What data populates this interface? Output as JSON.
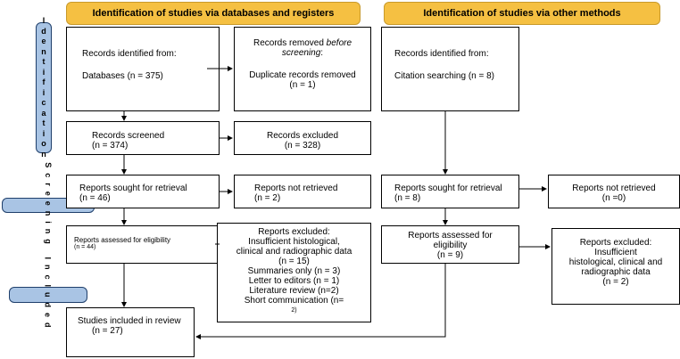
{
  "headers": {
    "databases": "Identification of studies via databases and registers",
    "other": "Identification of studies via other methods"
  },
  "stages": {
    "identification": "Identification",
    "screening": "Screening",
    "included": "Included"
  },
  "boxes": {
    "records_identified_db": {
      "line1": "Records identified from:",
      "line2": "Databases (n = 375)"
    },
    "records_removed": {
      "line1a": "Records removed ",
      "line1b": "before",
      "line1c": "screening",
      "line1d": ":",
      "line2": "Duplicate records removed",
      "line3": "(n = 1)"
    },
    "records_identified_other": {
      "line1": "Records identified from:",
      "line2": "Citation searching (n = 8)"
    },
    "records_screened": {
      "line1": "Records screened",
      "line2": "(n = 374)"
    },
    "records_excluded": {
      "line1": "Records excluded",
      "line2": "(n = 328)"
    },
    "reports_sought_db": {
      "line1": "Reports sought for retrieval",
      "line2": "(n = 46)"
    },
    "reports_not_retrieved_db": {
      "line1": "Reports not retrieved",
      "line2": "(n = 2)"
    },
    "reports_sought_other": {
      "line1": "Reports sought for retrieval",
      "line2": "(n = 8)"
    },
    "reports_not_retrieved_other": {
      "line1": "Reports not retrieved",
      "line2": "(n =0)"
    },
    "reports_assessed_db": {
      "line1": "Reports assessed for eligibility",
      "line2": "(n = 44)"
    },
    "reports_excluded_db": {
      "line1": "Reports excluded:",
      "line2": "Insufficient histological,",
      "line3": "clinical and radiographic data",
      "line4": "(n = 15)",
      "line5": "Summaries only (n = 3)",
      "line6": "Letter to editors (n = 1)",
      "line7": "Literature review (n=2)",
      "line8a": "Short communication (n=",
      "line8b": "2)"
    },
    "reports_assessed_other": {
      "line1": "Reports assessed for",
      "line2": "eligibility",
      "line3": "(n = 9)"
    },
    "reports_excluded_other": {
      "line1": "Reports excluded:",
      "line2": "Insufficient",
      "line3": "histological, clinical and",
      "line4": "radiographic data",
      "line5": "(n = 2)"
    },
    "studies_included": {
      "line1": "Studies included in review",
      "line2": "(n = 27)"
    }
  }
}
